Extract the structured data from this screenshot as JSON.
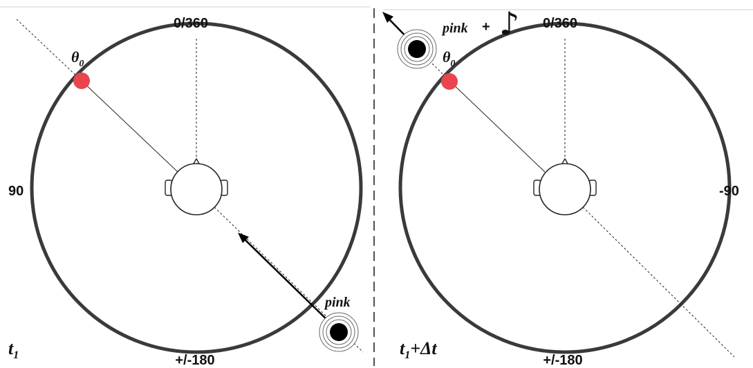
{
  "panels": [
    {
      "top_label": "0/360",
      "bottom_label": "+/-180",
      "side_label": "90",
      "theta_base": "θ",
      "theta_sub": "0",
      "sound_label": "pink",
      "time_base": "t",
      "time_sub": "1",
      "time_suffix": ""
    },
    {
      "top_label": "0/360",
      "bottom_label": "+/-180",
      "side_label": "-90",
      "theta_base": "θ",
      "theta_sub": "0",
      "sound_label": "pink",
      "plus_sign": "+",
      "note_glyph": "♪",
      "time_base": "t",
      "time_sub": "1",
      "time_suffix": "+Δt"
    }
  ],
  "colors": {
    "ring": "#3a3a3a",
    "target_dot": "#e8454f",
    "source": "#000000",
    "background": "#ffffff"
  },
  "icons": {
    "head": "head-icon",
    "sound_source": "sound-source-icon",
    "note": "music-note-icon"
  }
}
